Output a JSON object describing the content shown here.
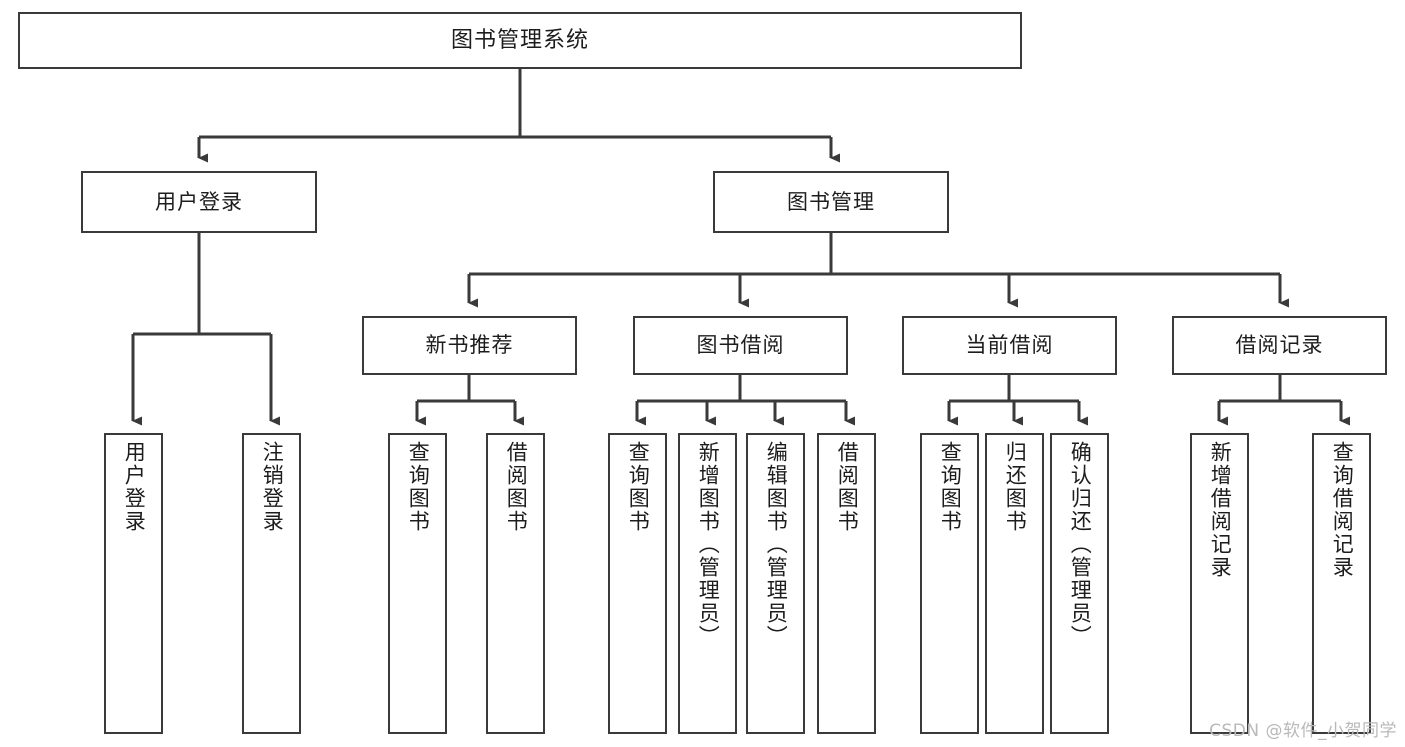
{
  "diagram": {
    "type": "tree-hierarchy-chart",
    "title": "图书管理系统",
    "watermark": "CSDN @软件_小贺同学",
    "colors": {
      "node_border": "#3a3a3a",
      "node_fill": "#ffffff",
      "connector": "#3a3a3a",
      "text": "#1d1d1d",
      "watermark": "#b9b9b9",
      "background": "#ffffff"
    },
    "levels": {
      "root": "图书管理系统",
      "level2": [
        "用户登录",
        "图书管理"
      ],
      "level3": [
        "新书推荐",
        "图书借阅",
        "当前借阅",
        "借阅记录"
      ]
    },
    "nodes": {
      "root": {
        "label": "图书管理系统"
      },
      "user_login": {
        "label": "用户登录"
      },
      "book_manage": {
        "label": "图书管理"
      },
      "new_book_rec": {
        "label": "新书推荐"
      },
      "book_borrow": {
        "label": "图书借阅"
      },
      "current_borrow": {
        "label": "当前借阅"
      },
      "borrow_record": {
        "label": "借阅记录"
      },
      "leaf_user_login": {
        "label": "用户登录"
      },
      "leaf_logout": {
        "label": "注销登录"
      },
      "leaf_query_book_1": {
        "label": "查询图书"
      },
      "leaf_borrow_book_1": {
        "label": "借阅图书"
      },
      "leaf_query_book_2": {
        "label": "查询图书"
      },
      "leaf_add_book": {
        "label": "新增图书（管理员）"
      },
      "leaf_edit_book": {
        "label": "编辑图书（管理员）"
      },
      "leaf_borrow_book_2": {
        "label": "借阅图书"
      },
      "leaf_query_book_3": {
        "label": "查询图书"
      },
      "leaf_return_book": {
        "label": "归还图书"
      },
      "leaf_confirm_return": {
        "label": "确认归还（管理员）"
      },
      "leaf_add_record": {
        "label": "新增借阅记录"
      },
      "leaf_query_record": {
        "label": "查询借阅记录"
      }
    },
    "edges": [
      {
        "from": "图书管理系统",
        "to": "用户登录"
      },
      {
        "from": "图书管理系统",
        "to": "图书管理"
      },
      {
        "from": "用户登录",
        "to": "用户登录"
      },
      {
        "from": "用户登录",
        "to": "注销登录"
      },
      {
        "from": "图书管理",
        "to": "新书推荐"
      },
      {
        "from": "图书管理",
        "to": "图书借阅"
      },
      {
        "from": "图书管理",
        "to": "当前借阅"
      },
      {
        "from": "图书管理",
        "to": "借阅记录"
      },
      {
        "from": "新书推荐",
        "to": "查询图书"
      },
      {
        "from": "新书推荐",
        "to": "借阅图书"
      },
      {
        "from": "图书借阅",
        "to": "查询图书"
      },
      {
        "from": "图书借阅",
        "to": "新增图书（管理员）"
      },
      {
        "from": "图书借阅",
        "to": "编辑图书（管理员）"
      },
      {
        "from": "图书借阅",
        "to": "借阅图书"
      },
      {
        "from": "当前借阅",
        "to": "查询图书"
      },
      {
        "from": "当前借阅",
        "to": "归还图书"
      },
      {
        "from": "当前借阅",
        "to": "确认归还（管理员）"
      },
      {
        "from": "借阅记录",
        "to": "新增借阅记录"
      },
      {
        "from": "借阅记录",
        "to": "查询借阅记录"
      }
    ]
  }
}
